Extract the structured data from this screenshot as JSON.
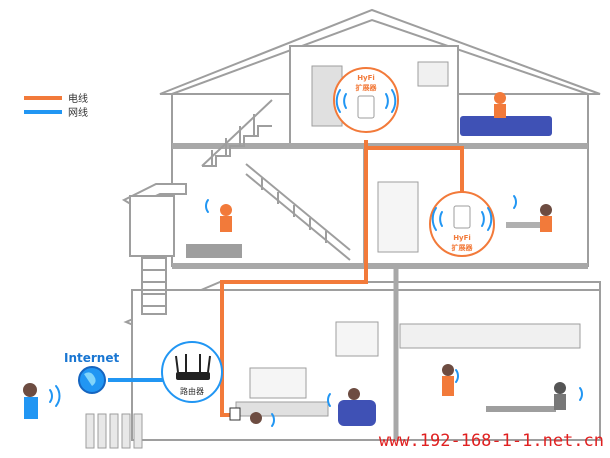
{
  "legend": {
    "power_line": {
      "label": "电线",
      "color": "#F27A3A"
    },
    "network_cable": {
      "label": "网线",
      "color": "#2196F3"
    }
  },
  "internet_label": "Internet",
  "router_label": "路由器",
  "extender_top": {
    "line1": "HyFi",
    "line2": "扩展器"
  },
  "extender_mid": {
    "line1": "HyFi",
    "line2": "扩展器"
  },
  "watermark": "www.192-168-1-1.net.cn",
  "colors": {
    "house_outline": "#9E9E9E",
    "house_fill": "#FFFFFF",
    "floor_line": "#A8A8A8",
    "accent_orange": "#F27A3A",
    "accent_blue": "#2196F3",
    "watermark_red": "#E02020"
  }
}
